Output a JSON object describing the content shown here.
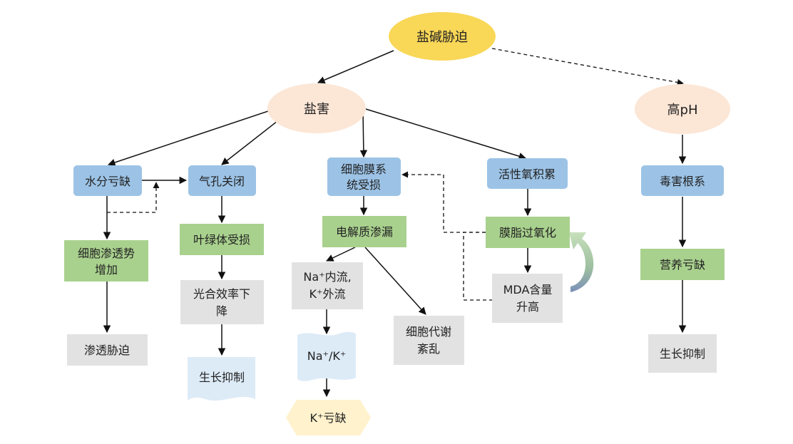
{
  "nodes": {
    "root": "盐碱胁迫",
    "salt": "盐害",
    "highph": "高pH",
    "water": "水分亏缺",
    "stomata": "气孔关闭",
    "membrane_l1": "细胞膜系",
    "membrane_l2": "统受损",
    "ros": "活性氧积累",
    "roots": "毒害根系",
    "osmo_l1": "细胞渗透势",
    "osmo_l2": "增加",
    "chloro": "叶绿体受损",
    "electro": "电解质渗漏",
    "lipid": "膜脂过氧化",
    "nutri": "营养亏缺",
    "ion_l1": "Na⁺内流,",
    "ion_l2": "K⁺外流",
    "photo_l1": "光合效率下",
    "photo_l2": "降",
    "meta_l1": "细胞代谢",
    "meta_l2": "紊乱",
    "mda_l1": "MDA含量",
    "mda_l2": "升高",
    "osmostress": "渗透胁迫",
    "growth_left": "生长抑制",
    "growth_right": "生长抑制",
    "ratio": "Na⁺/K⁺",
    "kdef": "K⁺亏缺"
  },
  "colors": {
    "ellipse_root": "#F9D757",
    "ellipse_secondary": "#FCE6D6",
    "box_blue": "#9CC3E6",
    "box_green": "#A9D18E",
    "box_gray": "#E2E2E2",
    "doc_shape": "#DDEBF7",
    "hexagon": "#FFF2CC",
    "curve_feedback": "#A9CC9A",
    "arrow": "#111111"
  }
}
